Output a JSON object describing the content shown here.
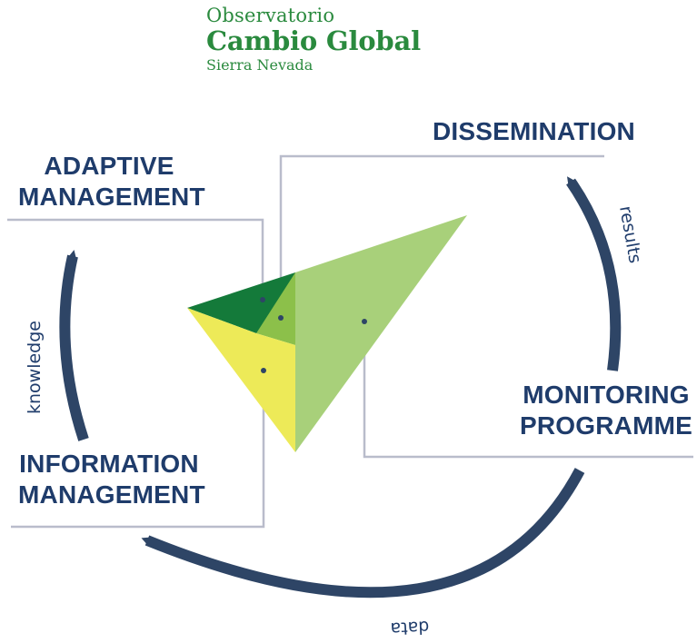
{
  "logo": {
    "line1": "Observatorio",
    "line2": "Cambio Global",
    "line3": "Sierra Nevada"
  },
  "nodes": {
    "dissemination": "DISSEMINATION",
    "adaptive_management": [
      "ADAPTIVE",
      "MANAGEMENT"
    ],
    "monitoring_programme": [
      "MONITORING",
      "PROGRAMME"
    ],
    "information_management": [
      "INFORMATION",
      "MANAGEMENT"
    ]
  },
  "cycle_arrows": {
    "results": "results",
    "knowledge": "knowledge",
    "data": "data"
  },
  "colors": {
    "label_navy": "#1f3c6b",
    "logo_green": "#2a8a3e",
    "connector_gray": "#b9bccb",
    "triangle_dark_green": "#147a3a",
    "triangle_mid_green": "#8cc04a",
    "triangle_light_green": "#a8d07a",
    "triangle_yellow": "#edea58"
  }
}
